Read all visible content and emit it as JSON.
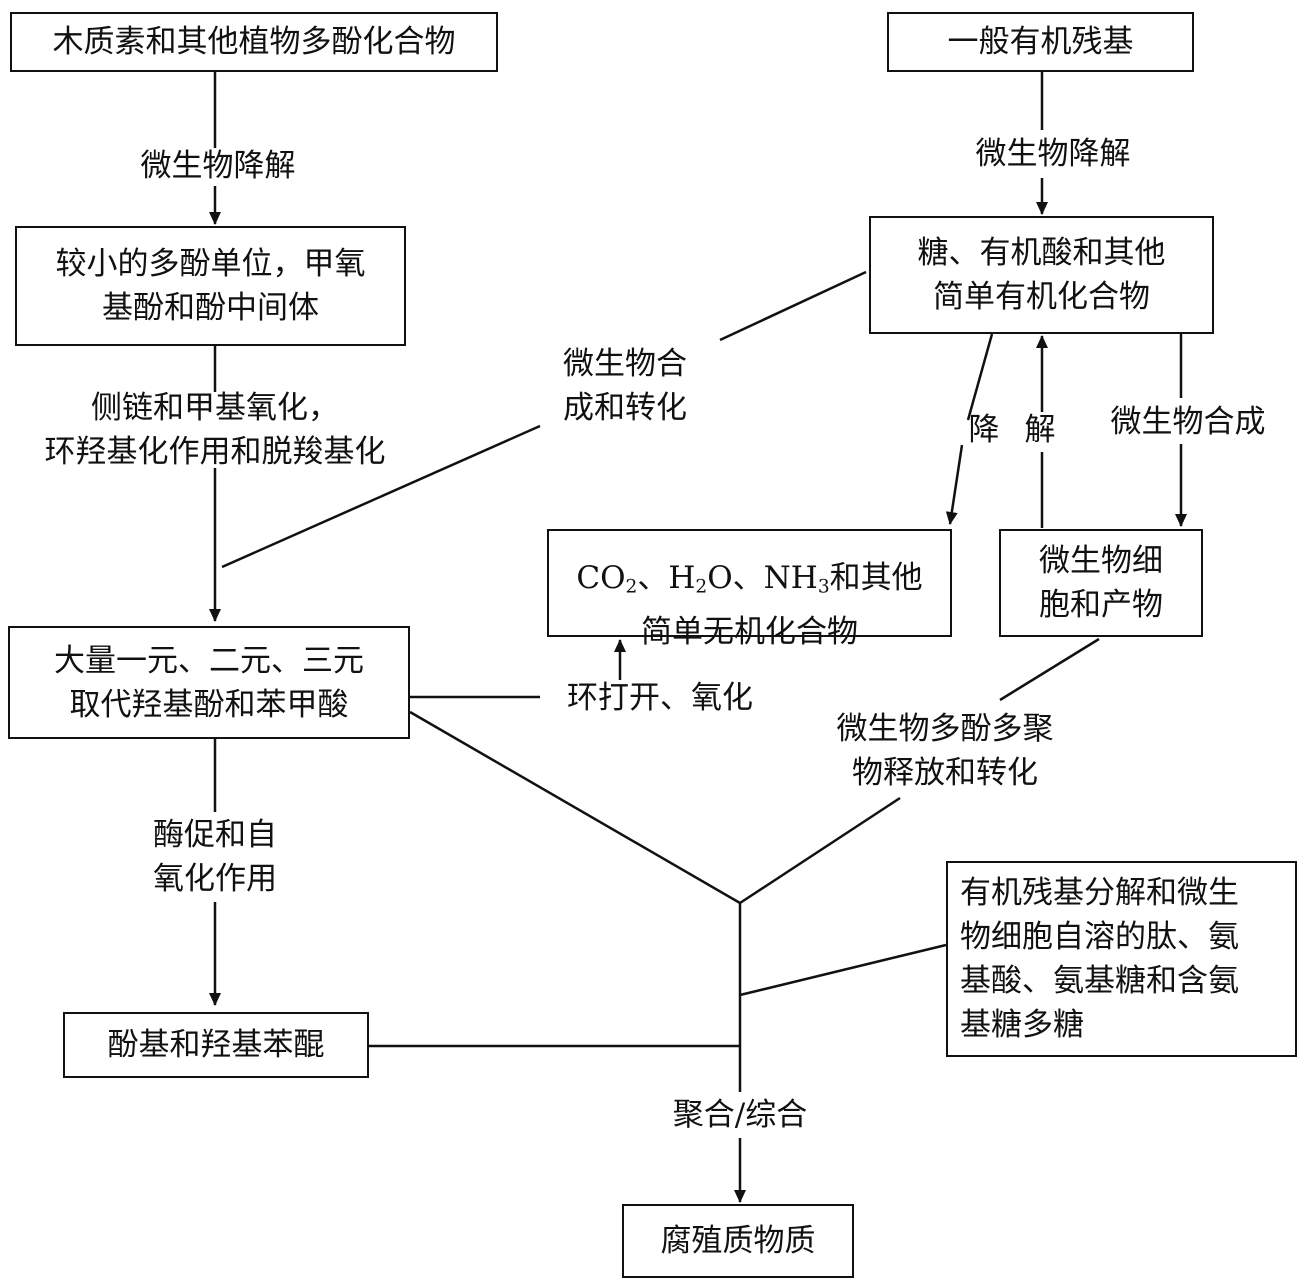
{
  "boxes": {
    "lignin": "木质素和其他植物多酚化合物",
    "organic_residue": "一般有机残基",
    "small_polyphenol": "较小的多酚单位，甲氧\n基酚和酚中间体",
    "sugars": "糖、有机酸和其他\n简单有机化合物",
    "inorganic_line1_tail": "和其他",
    "inorganic_line2": "简单无机化合物",
    "microbial_cells": "微生物细\n胞和产物",
    "phenol_acids": "大量一元、二元、三元\n取代羟基酚和苯甲酸",
    "peptides": "有机残基分解和微生\n物细胞自溶的肽、氨\n基酸、氨基糖和含氨\n基糖多糖",
    "quinones": "酚基和羟基苯醌",
    "humus": "腐殖质物质"
  },
  "inorganic_formula": {
    "co": "CO",
    "co_sub": "2",
    "sep1": "、",
    "h": "H",
    "h_sub": "2",
    "o": "O",
    "sep2": "、",
    "nh": "NH",
    "nh_sub": "3"
  },
  "labels": {
    "degrade_left": "微生物降解",
    "degrade_right": "微生物降解",
    "side_chain": "侧链和甲基氧化，\n环羟基化作用和脱羧基化",
    "synthesis_transform": "微生物合\n成和转化",
    "decompose_jiang": "降",
    "decompose_jie": "解",
    "microbial_synthesis": "微生物合成",
    "ring_open": "环打开、氧化",
    "polyphenol_release": "微生物多酚多聚\n物释放和转化",
    "enzyme_oxidation": "酶促和自\n氧化作用",
    "polymerization": "聚合/综合"
  },
  "colors": {
    "line": "#111111",
    "background": "#ffffff"
  }
}
